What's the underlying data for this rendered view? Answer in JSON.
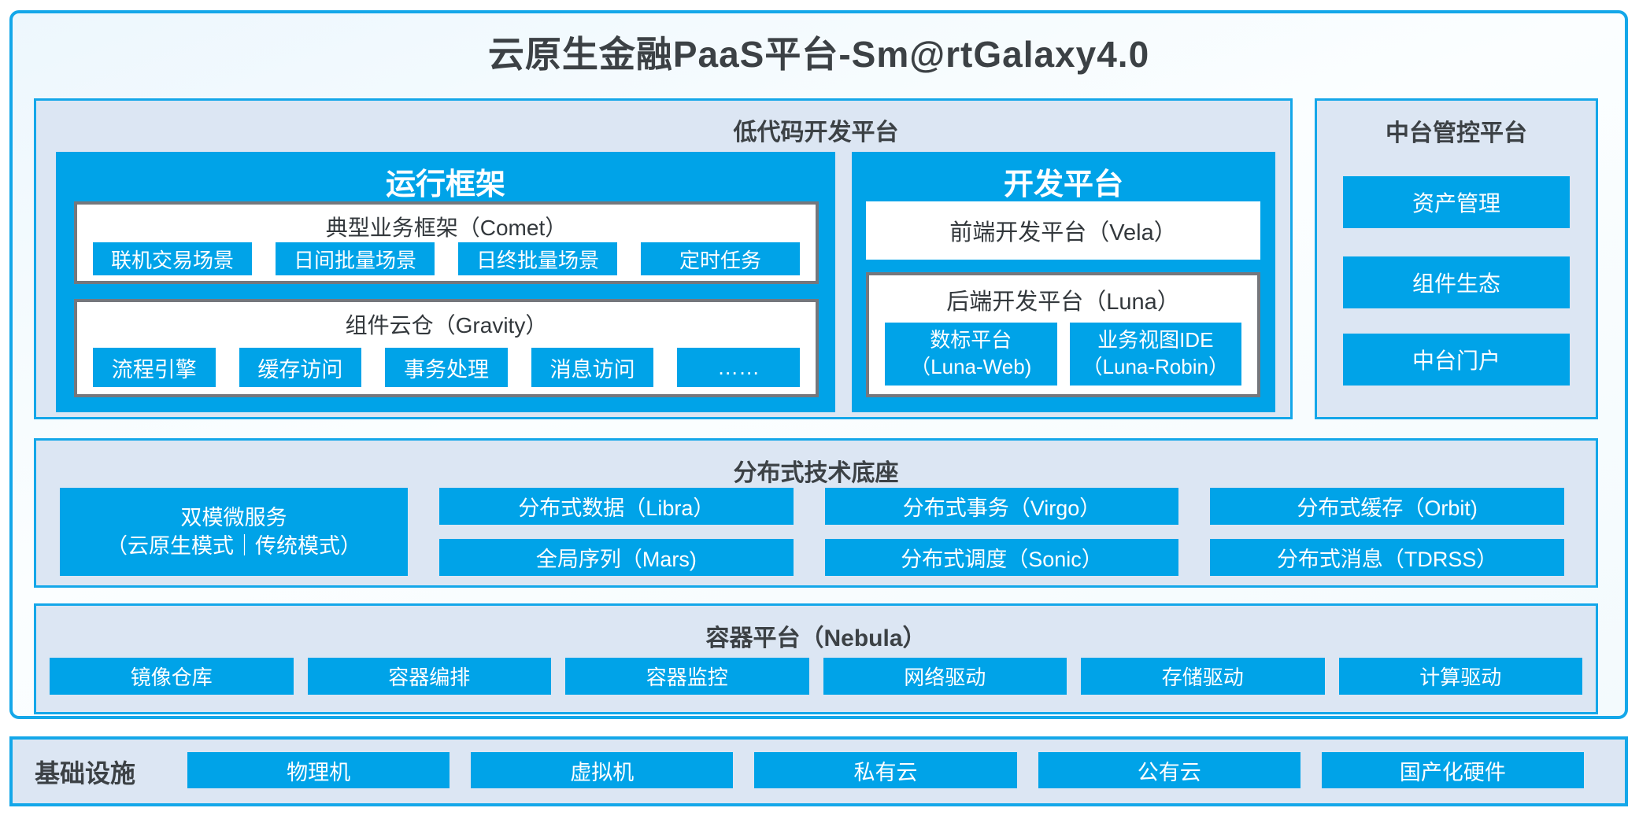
{
  "title": "云原生金融PaaS平台-Sm@rtGalaxy4.0",
  "colors": {
    "accent_blue": "#00a3e8",
    "panel_border_blue": "#14a7e9",
    "panel_background": "#dce6f3",
    "inner_gray_border": "#75777c",
    "heading_text": "#3c4145",
    "button_text": "#ffffff"
  },
  "low_code_platform": {
    "title": "低代码开发平台",
    "runtime_framework": {
      "title": "运行框架",
      "comet": {
        "title": "典型业务框架（Comet）",
        "items": [
          "联机交易场景",
          "日间批量场景",
          "日终批量场景",
          "定时任务"
        ]
      },
      "gravity": {
        "title": "组件云仓（Gravity）",
        "items": [
          "流程引擎",
          "缓存访问",
          "事务处理",
          "消息访问",
          "……"
        ]
      }
    },
    "dev_platform": {
      "title": "开发平台",
      "vela_label": "前端开发平台（Vela）",
      "luna": {
        "title": "后端开发平台（Luna）",
        "items": [
          {
            "line1": "数标平台",
            "line2": "（Luna-Web)"
          },
          {
            "line1": "业务视图IDE",
            "line2": "（Luna-Robin）"
          }
        ]
      }
    }
  },
  "midend_platform": {
    "title": "中台管控平台",
    "items": [
      "资产管理",
      "组件生态",
      "中台门户"
    ]
  },
  "distributed_base": {
    "title": "分布式技术底座",
    "dual_mode_microservice": {
      "line1": "双模微服务",
      "line2": "（云原生模式｜传统模式）"
    },
    "columns": [
      {
        "top": "分布式数据（Libra）",
        "bottom": "全局序列（Mars)"
      },
      {
        "top": "分布式事务（Virgo）",
        "bottom": "分布式调度（Sonic）"
      },
      {
        "top": "分布式缓存（Orbit)",
        "bottom": "分布式消息（TDRSS）"
      }
    ]
  },
  "container_platform": {
    "title": "容器平台（Nebula）",
    "items": [
      "镜像仓库",
      "容器编排",
      "容器监控",
      "网络驱动",
      "存储驱动",
      "计算驱动"
    ]
  },
  "infrastructure": {
    "title": "基础设施",
    "items": [
      "物理机",
      "虚拟机",
      "私有云",
      "公有云",
      "国产化硬件"
    ]
  }
}
